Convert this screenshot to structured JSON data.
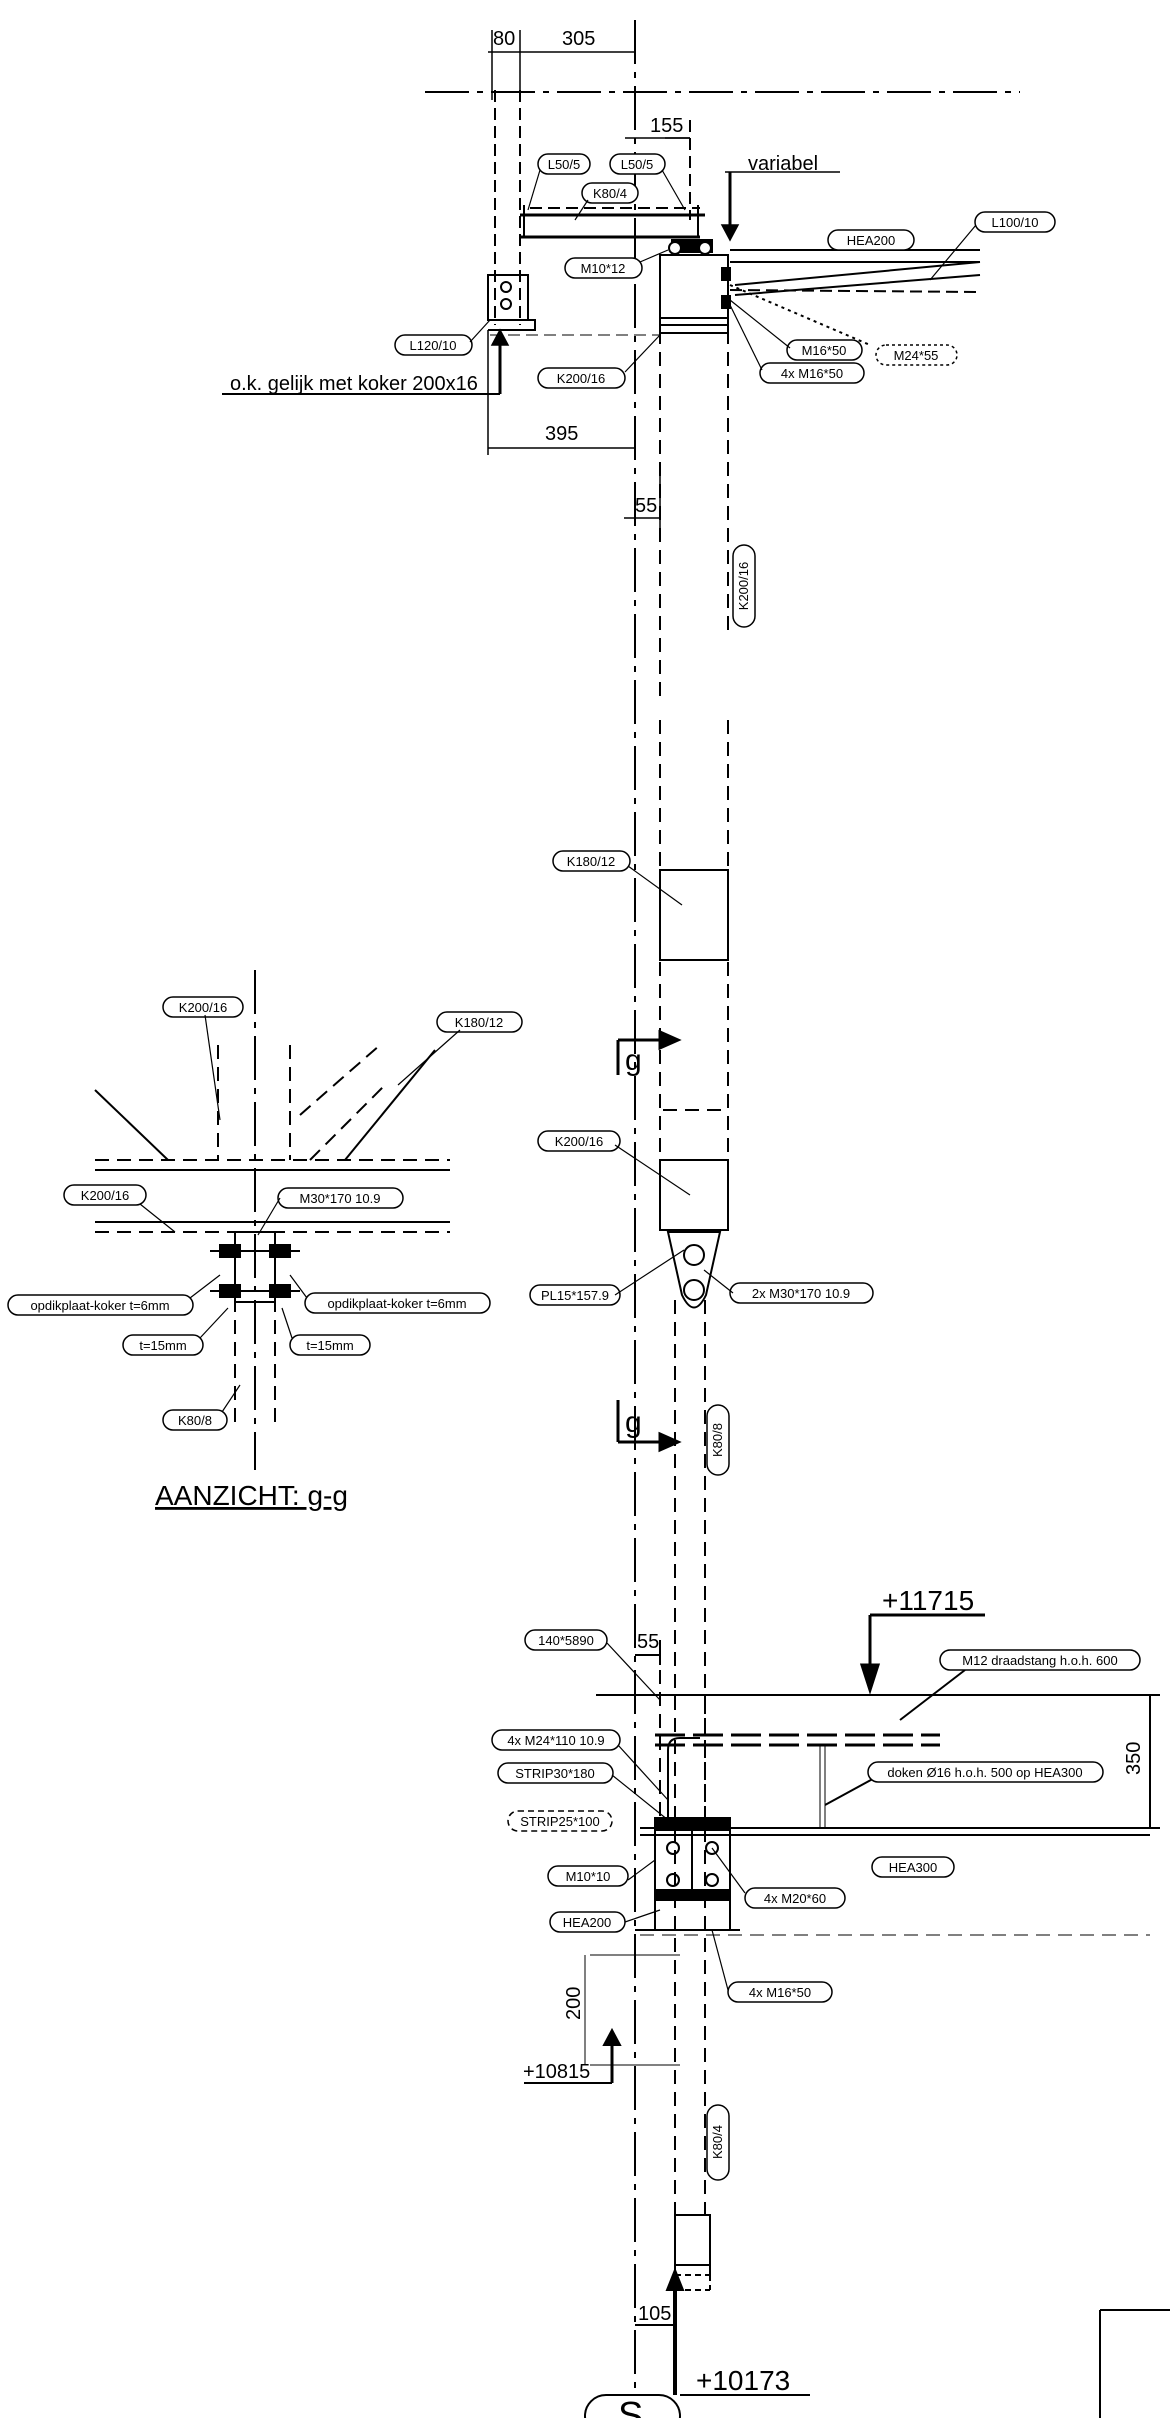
{
  "dimensions": {
    "d80": "80",
    "d305": "305",
    "d155": "155",
    "d395": "395",
    "d55_top": "55",
    "d55_bottom": "55",
    "d350": "350",
    "d200": "200",
    "d105": "105"
  },
  "annotations": {
    "variabel": "variabel",
    "ok_gelijk": "o.k. gelijk met koker 200x16",
    "section_marker_top": "g",
    "section_marker_bottom": "g",
    "aanzicht_title": "AANZICHT: g-g",
    "elev_11715": "+11715",
    "elev_10815": "+10815",
    "elev_10173": "+10173",
    "s_marker": "S"
  },
  "labels": {
    "l50_5_a": "L50/5",
    "l50_5_b": "L50/5",
    "k80_4_top": "K80/4",
    "m10_12": "M10*12",
    "hea200_top": "HEA200",
    "l100_10": "L100/10",
    "l120_10": "L120/10",
    "k200_16_top": "K200/16",
    "m16_50_top": "M16*50",
    "m16_50_4x_top": "4x M16*50",
    "m24_55": "M24*55",
    "k200_16_vertical": "K200/16",
    "k180_12": "K180/12",
    "k200_16_mid": "K200/16",
    "pl15": "PL15*157.9",
    "m30_2x": "2x M30*170 10.9",
    "k80_8_vertical": "K80/8",
    "det_k200_16_a": "K200/16",
    "det_k180_12": "K180/12",
    "det_k200_16_b": "K200/16",
    "det_m30": "M30*170 10.9",
    "det_opdik_left": "opdikplaat-koker t=6mm",
    "det_opdik_right": "opdikplaat-koker t=6mm",
    "det_t15_left": "t=15mm",
    "det_t15_right": "t=15mm",
    "det_k80_8": "K80/8",
    "l140_5890": "140*5890",
    "m12_draadstang": "M12 draadstang h.o.h. 600",
    "m24_110": "4x M24*110 10.9",
    "strip30": "STRIP30*180",
    "doken": "doken Ø16 h.o.h. 500 op HEA300",
    "strip25": "STRIP25*100",
    "m10_10": "M10*10",
    "hea300": "HEA300",
    "m20_60": "4x M20*60",
    "hea200_bottom": "HEA200",
    "m16_50_4x_bottom": "4x M16*50",
    "k80_4_vertical": "K80/4"
  }
}
